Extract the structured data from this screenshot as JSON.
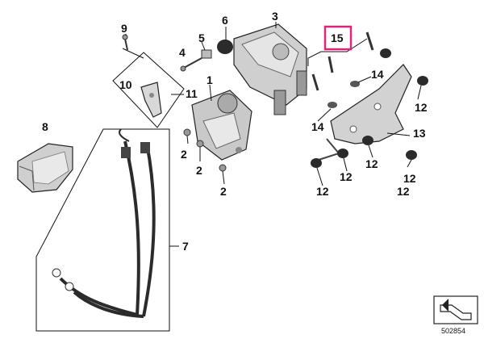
{
  "diagram": {
    "callouts": {
      "c1": "1",
      "c2a": "2",
      "c2b": "2",
      "c2c": "2",
      "c3": "3",
      "c4": "4",
      "c5": "5",
      "c6": "6",
      "c7": "7",
      "c8": "8",
      "c9": "9",
      "c10": "10",
      "c11": "11",
      "c12a": "12",
      "c12b": "12",
      "c12c": "12",
      "c12d": "12",
      "c12e": "12",
      "c12f": "12",
      "c13": "13",
      "c14a": "14",
      "c14b": "14",
      "c15": "15"
    },
    "highlighted_callout": "15",
    "highlight_color": "#e0237a",
    "reference_number": "502854",
    "icons": [
      "navigation-arrow-icon"
    ]
  }
}
